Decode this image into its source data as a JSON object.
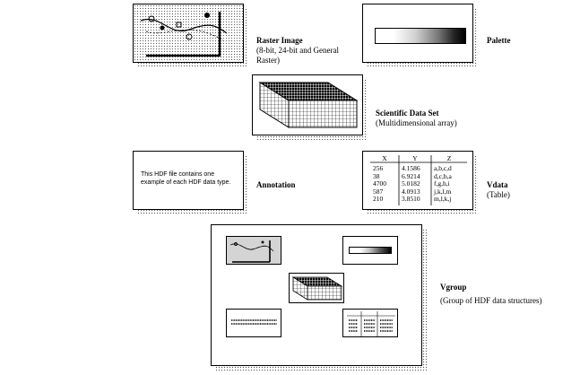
{
  "raster": {
    "title": "Raster Image",
    "subtitle": "(8-bit, 24-bit and General Raster)"
  },
  "palette": {
    "title": "Palette"
  },
  "sds": {
    "title": "Scientific Data Set",
    "subtitle": "(Multidimensional array)"
  },
  "annotation": {
    "title": "Annotation",
    "text": "This HDF file contains one example of each HDF data type."
  },
  "vdata": {
    "title": "Vdata",
    "subtitle": "(Table)",
    "headers": [
      "X",
      "Y",
      "Z"
    ],
    "rows": [
      [
        "256",
        "4.1586",
        "a,b,c,d"
      ],
      [
        "38",
        "6.9214",
        "d,c,b,a"
      ],
      [
        "4700",
        "5.0182",
        "f,g,h,i"
      ],
      [
        "587",
        "4.0913",
        "j,k,l,m"
      ],
      [
        "210",
        "3.8510",
        "m,l,k,j"
      ]
    ]
  },
  "vgroup": {
    "title": "Vgroup",
    "subtitle": "(Group of HDF data structures)"
  }
}
